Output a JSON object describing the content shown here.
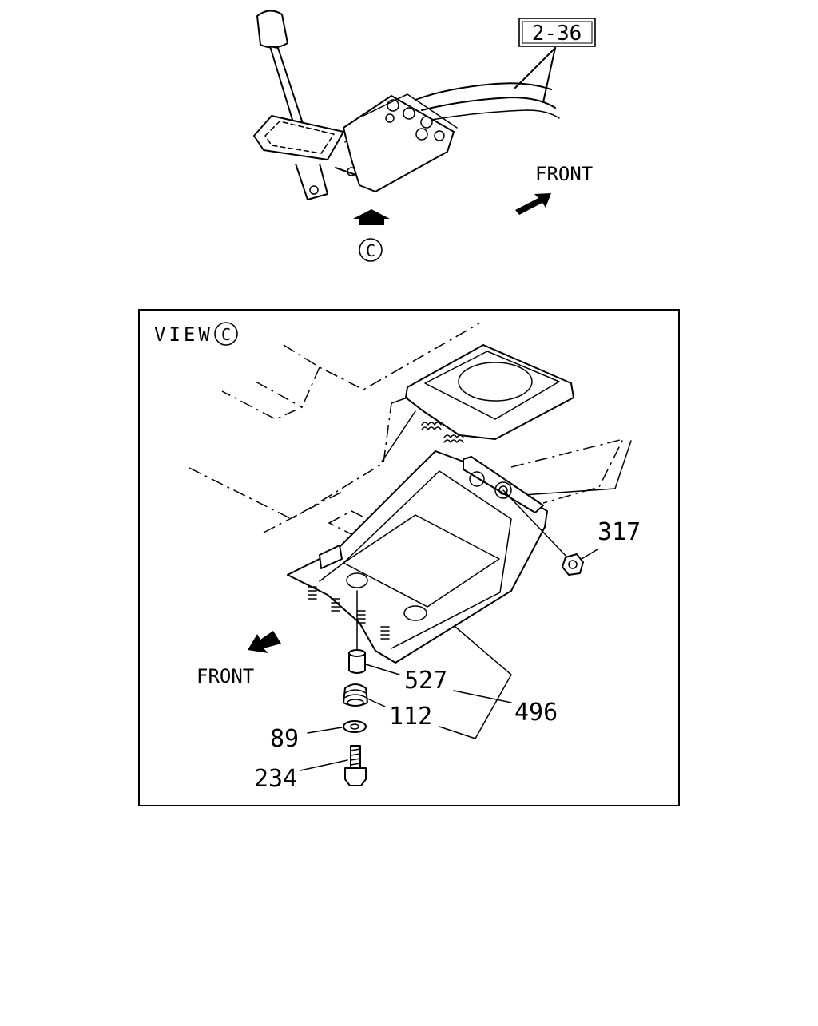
{
  "reference_tag": "2-36",
  "upper_view": {
    "front_label": "FRONT",
    "view_marker": "C"
  },
  "detail_view": {
    "title": "VIEW",
    "view_marker": "C",
    "front_label": "FRONT"
  },
  "callouts": [
    {
      "id": "317"
    },
    {
      "id": "527"
    },
    {
      "id": "112"
    },
    {
      "id": "496"
    },
    {
      "id": "89"
    },
    {
      "id": "234"
    }
  ]
}
